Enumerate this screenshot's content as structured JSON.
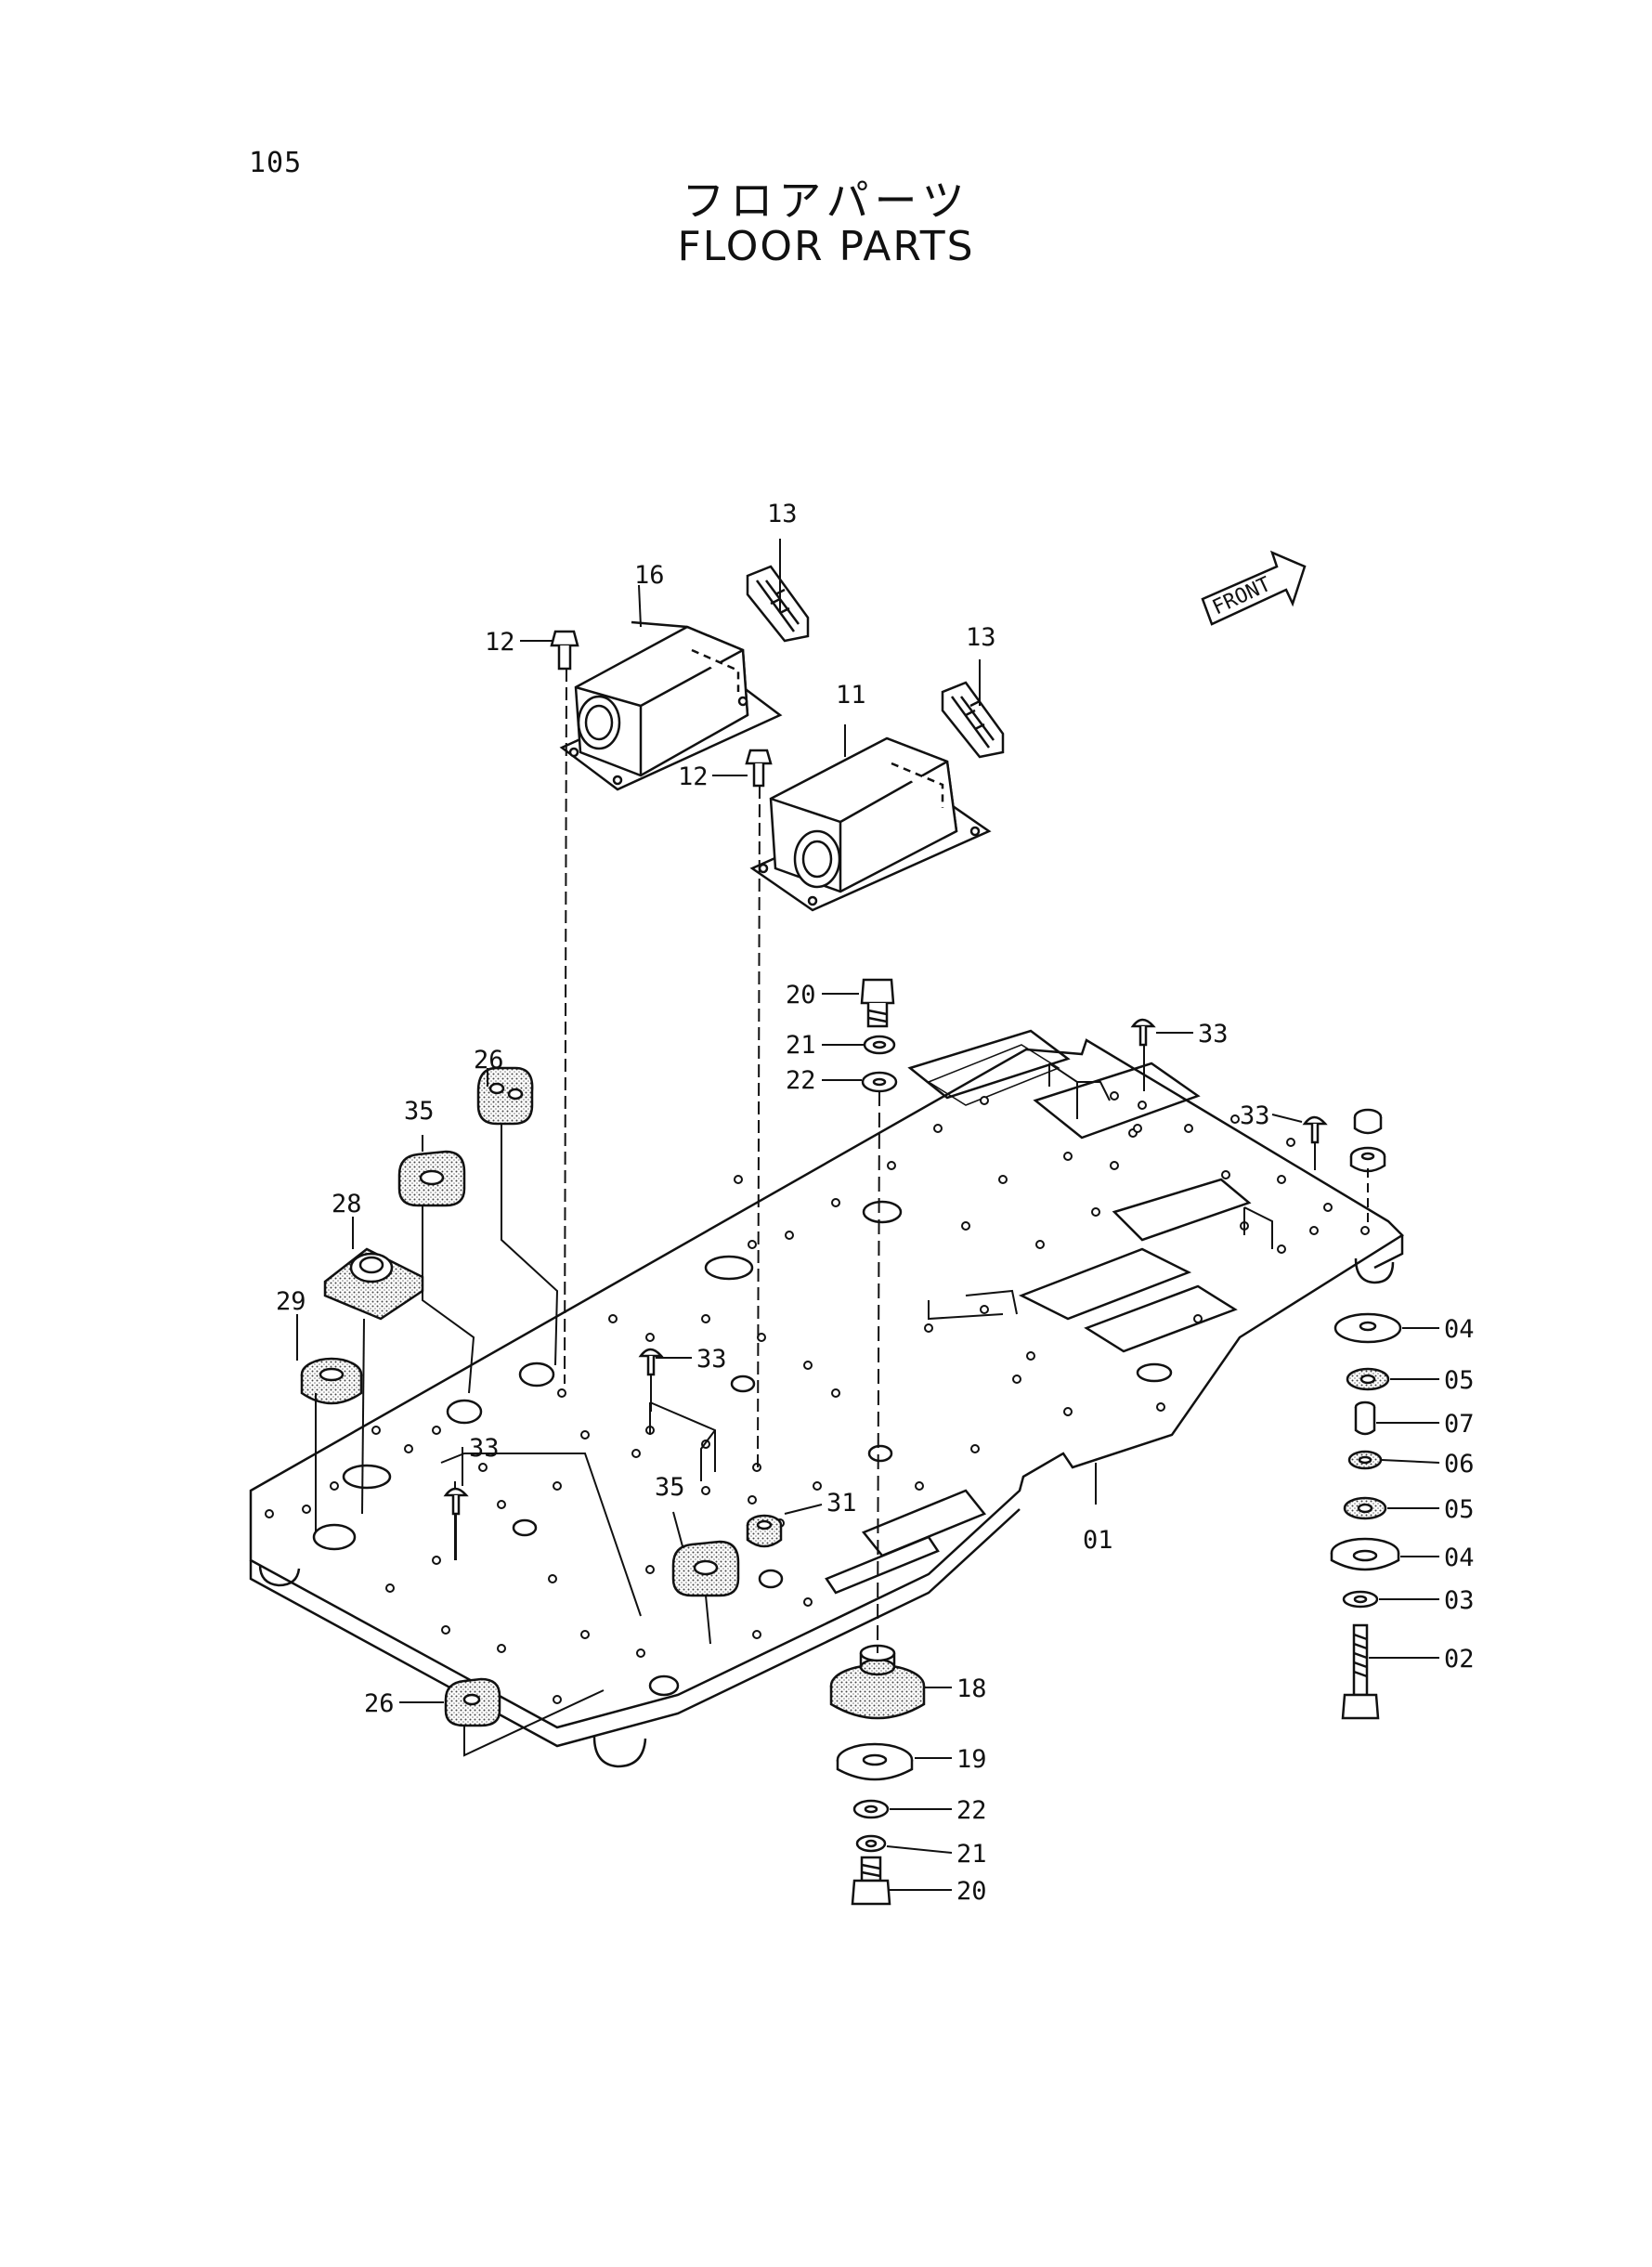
{
  "header": {
    "page_number": "105",
    "title_jp": "フロアパーツ",
    "title_en": "FLOOR PARTS"
  },
  "front_arrow_label": "FRONT",
  "labels": {
    "l13a": "13",
    "l16": "16",
    "l12a": "12",
    "l13b": "13",
    "l11": "11",
    "l12b": "12",
    "l20a": "20",
    "l21a": "21",
    "l22a": "22",
    "l33a": "33",
    "l33b": "33",
    "l26a": "26",
    "l35a": "35",
    "l28": "28",
    "l29": "29",
    "l33c": "33",
    "l33d": "33",
    "l35b": "35",
    "l31": "31",
    "l01": "01",
    "l26b": "26",
    "l18": "18",
    "l19": "19",
    "l22b": "22",
    "l21b": "21",
    "l20b": "20",
    "l04a": "04",
    "l05a": "05",
    "l07": "07",
    "l06": "06",
    "l05b": "05",
    "l04b": "04",
    "l03": "03",
    "l02": "02"
  },
  "colors": {
    "ink": "#111111",
    "fill": "#ffffff",
    "texture": "#555555"
  }
}
